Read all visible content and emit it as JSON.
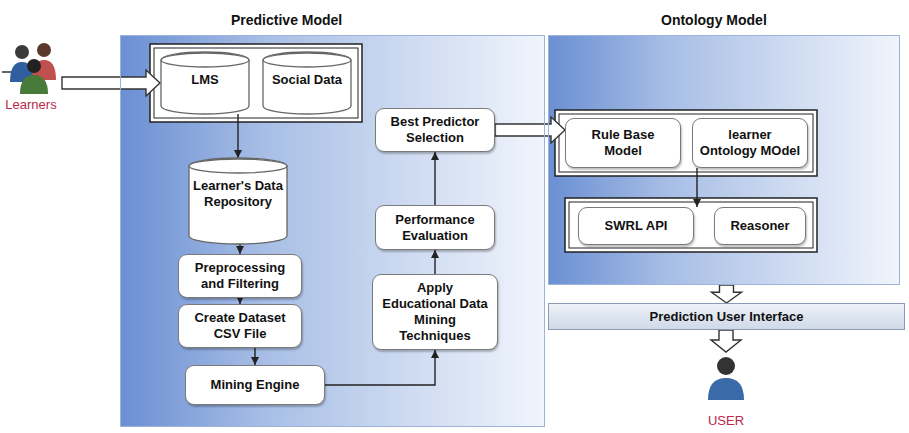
{
  "diagram": {
    "nodes": [
      {
        "text": [
          "Learners"
        ]
      },
      {
        "text": [
          "Predictive Model"
        ]
      },
      {
        "text": [
          "LMS"
        ],
        "in": 1
      },
      {
        "text": [
          "Social Data"
        ],
        "in": 1
      },
      {
        "text": [
          "Learner's Data Repository"
        ],
        "in": 1
      },
      {
        "text": [
          "Preprocessing and Filtering"
        ],
        "in": 1
      },
      {
        "text": [
          "Create Dataset CSV File"
        ],
        "in": 1
      },
      {
        "text": [
          "Mining Engine"
        ],
        "in": 1
      },
      {
        "text": [
          "Apply Educational Data Mining Techniques"
        ],
        "in": 1
      },
      {
        "text": [
          "Performance Evaluation"
        ],
        "in": 1
      },
      {
        "text": [
          "Best Predictor Selection"
        ],
        "in": 1
      },
      {
        "text": [
          "Ontology Model"
        ]
      },
      {
        "text": [
          "Rule Base Model"
        ],
        "in": 11
      },
      {
        "text": [
          "learner Ontology MOdel"
        ],
        "in": 11
      },
      {
        "text": [
          "SWRL API"
        ],
        "in": 11
      },
      {
        "text": [
          "Reasoner"
        ],
        "in": 11
      },
      {
        "text": [
          "Prediction User Interface"
        ]
      },
      {
        "text": [
          "USER"
        ]
      }
    ],
    "edges": [
      {
        "from": 0,
        "to": 2,
        "arrow": "to"
      },
      {
        "from": 2,
        "to": 4,
        "arrow": "to"
      },
      {
        "from": 4,
        "to": 5,
        "arrow": "to"
      },
      {
        "from": 5,
        "to": 6,
        "arrow": "to"
      },
      {
        "from": 6,
        "to": 7,
        "arrow": "to"
      },
      {
        "from": 7,
        "to": 8,
        "arrow": "to"
      },
      {
        "from": 8,
        "to": 9,
        "arrow": "to"
      },
      {
        "from": 9,
        "to": 10,
        "arrow": "to"
      },
      {
        "from": 10,
        "to": 12,
        "arrow": "to"
      },
      {
        "from": 12,
        "to": 14,
        "arrow": "to"
      },
      {
        "from": 11,
        "to": 16,
        "arrow": "to"
      },
      {
        "from": 16,
        "to": 17,
        "arrow": "to"
      }
    ]
  }
}
